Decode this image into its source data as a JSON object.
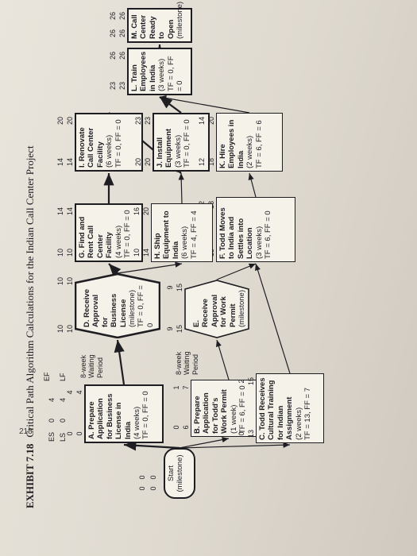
{
  "page_number": "218",
  "exhibit": {
    "number": "EXHIBIT 7.18",
    "title": "Critical Path Algorithm Calculations for the Indian Call Center Project"
  },
  "legend": {
    "es": "ES",
    "ls": "LS",
    "ef": "EF",
    "lf": "LF",
    "ex_es": "0",
    "ex_ef": "4",
    "ex_ls": "0",
    "ex_lf": "4"
  },
  "waiting": {
    "top": "8-week\nWaiting\nPeriod",
    "bottom": "8-week\nWaiting\nPeriod"
  },
  "start": {
    "label": "Start",
    "sub": "(milestone)",
    "es": "0",
    "ef": "0",
    "ls": "0",
    "lf": "0"
  },
  "nodes": {
    "A": {
      "title": "A. Prepare Application for Business License in India",
      "dur": "(4 weeks)",
      "float": "TF = 0, FF = 0",
      "es": "0",
      "ef": "4",
      "ls": "0",
      "lf": "4"
    },
    "B": {
      "title": "B. Prepare Application for Todd's Work Permit",
      "dur": "(1 week)",
      "float": "TF = 6, FF = 0",
      "es": "0",
      "ef": "1",
      "ls": "6",
      "lf": "7"
    },
    "C": {
      "title": "C. Todd Receives Cultural Training for Indian Assignment",
      "dur": "(2 weeks)",
      "float": "TF = 13, FF = 7",
      "es": "0",
      "ef": "2",
      "ls": "13",
      "lf": "15"
    },
    "D": {
      "title": "D. Receive Approval for Business License",
      "dur": "(milestone)",
      "float": "TF = 0, FF = 0",
      "es": "10",
      "ef": "10",
      "ls": "10",
      "lf": "10"
    },
    "E": {
      "title": "E. Receive Approval for Work Permit",
      "dur": "(milestone)",
      "float": "",
      "es": "9",
      "ef": "9",
      "ls": "15",
      "lf": "15"
    },
    "F": {
      "title": "F. Todd Moves to India and Settles into Location",
      "dur": "(3 weeks)",
      "float": "TF = 6, FF = 0",
      "es": "9",
      "ef": "12",
      "ls": "15",
      "lf": "18"
    },
    "G": {
      "title": "G. Find and Rent Call Center Facility",
      "dur": "(4 weeks)",
      "float": "TF = 0, FF = 0",
      "es": "10",
      "ef": "14",
      "ls": "10",
      "lf": "14"
    },
    "H": {
      "title": "H. Ship Equipment to India",
      "dur": "(6 weeks)",
      "float": "TF = 4, FF = 4",
      "es": "10",
      "ef": "16",
      "ls": "14",
      "lf": "20"
    },
    "I": {
      "title": "I. Renovate Call Center Facility",
      "dur": "(6 weeks)",
      "float": "TF = 0, FF = 0",
      "es": "14",
      "ef": "20",
      "ls": "14",
      "lf": "20"
    },
    "J": {
      "title": "J. Install Equipment",
      "dur": "(3 weeks)",
      "float": "TF = 0, FF = 0",
      "es": "20",
      "ef": "23",
      "ls": "20",
      "lf": "23"
    },
    "K": {
      "title": "K. Hire Employees in India",
      "dur": "(2 weeks)",
      "float": "TF = 6, FF = 6",
      "es": "12",
      "ef": "14",
      "ls": "18",
      "lf": "20"
    },
    "L": {
      "title": "L. Train Employees in India",
      "dur": "(3 weeks)",
      "float": "TF = 0, FF = 0",
      "es": "23",
      "ef": "26",
      "ls": "23",
      "lf": "26"
    },
    "M": {
      "title": "M. Call Center Ready to Open",
      "dur": "(milestone)",
      "float": "",
      "es": "26",
      "ef": "26",
      "ls": "26",
      "lf": "26"
    }
  },
  "colors": {
    "ink": "#1d1d22",
    "node_fill": "#f5f2ea",
    "paper": "#e4dfd6"
  }
}
